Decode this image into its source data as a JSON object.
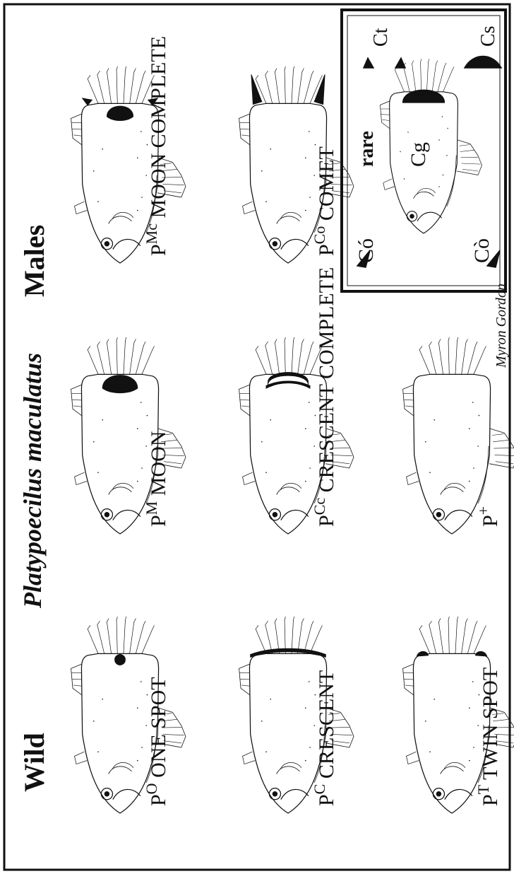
{
  "plate": {
    "header": {
      "left": "Wild",
      "middle": "Platypoecilus maculatus",
      "right": "Males"
    },
    "signature": "Myron Gordon",
    "columns": [
      {
        "fish": [
          {
            "symbol": "P",
            "sup": "O",
            "name": "ONE SPOT",
            "pattern": "one-spot"
          },
          {
            "symbol": "P",
            "sup": "M",
            "name": "MOON",
            "pattern": "moon"
          },
          {
            "symbol": "P",
            "sup": "Mc",
            "name": "MOON COMPLETE",
            "pattern": "moon-complete"
          }
        ]
      },
      {
        "fish": [
          {
            "symbol": "P",
            "sup": "C",
            "name": "CRESCENT",
            "pattern": "crescent"
          },
          {
            "symbol": "P",
            "sup": "Cc",
            "name": "CRESCENT COMPLETE",
            "pattern": "crescent-complete"
          },
          {
            "symbol": "P",
            "sup": "Co",
            "name": "COMET",
            "pattern": "comet"
          }
        ]
      },
      {
        "fish": [
          {
            "symbol": "P",
            "sup": "T",
            "name": "TWIN SPOT",
            "pattern": "twin-spot"
          },
          {
            "symbol": "P",
            "sup": "+",
            "name": "",
            "pattern": "plain"
          }
        ]
      }
    ],
    "rare_box": {
      "title": "rare",
      "labels": {
        "cg": "Cg",
        "ct": "Ct",
        "cs": "Cs",
        "co_top": "Có",
        "co_bottom": "Cò"
      }
    }
  },
  "colors": {
    "ink": "#111111",
    "paper": "#ffffff"
  }
}
